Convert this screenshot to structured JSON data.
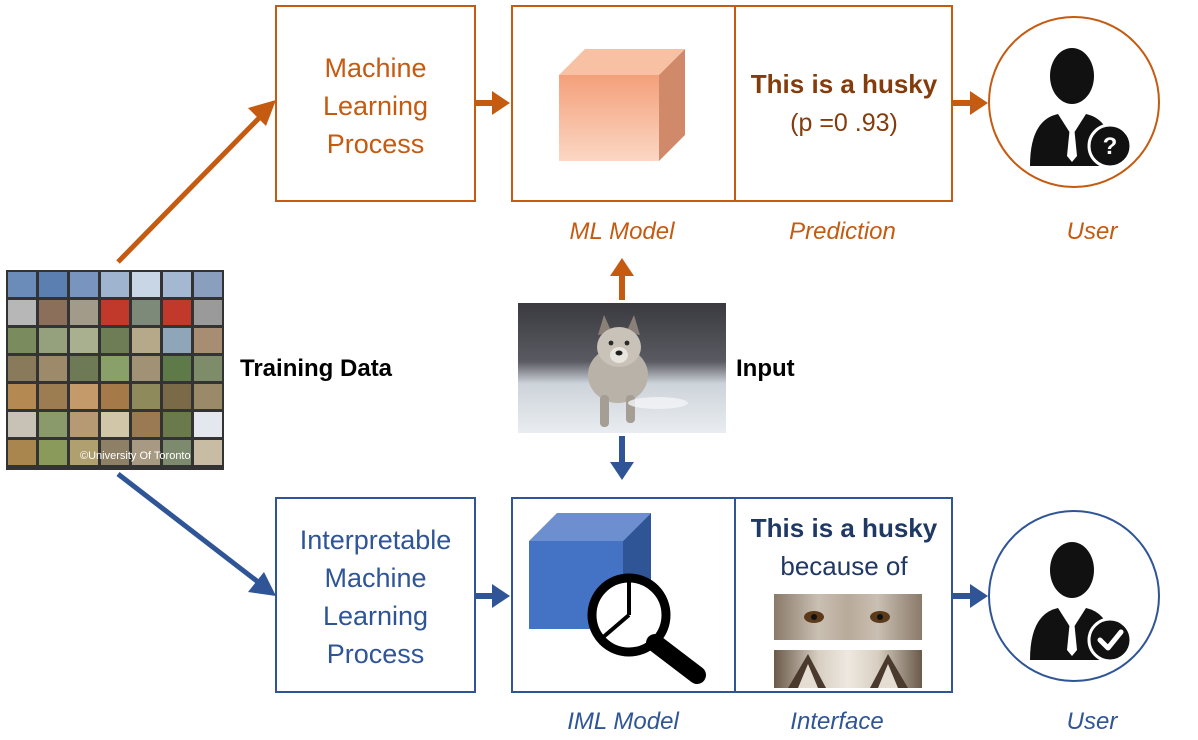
{
  "top": {
    "process": [
      "Machine",
      "Learning",
      "Process"
    ],
    "prediction_title": "This is a husky",
    "prediction_prob": "(p =0 .93)",
    "captions": {
      "model": "ML Model",
      "prediction": "Prediction",
      "user": "User"
    }
  },
  "bottom": {
    "process": [
      "Interpretable",
      "Machine",
      "Learning",
      "Process"
    ],
    "prediction_title": "This is a husky",
    "because": "because of",
    "captions": {
      "model": "IML Model",
      "interface": "Interface",
      "user": "User"
    }
  },
  "middle": {
    "training_label": "Training Data",
    "input_label": "Input",
    "credit": "©University Of Toronto"
  },
  "colors": {
    "orange": "#c55a11",
    "blue": "#2f5597",
    "cube_orange": "#f4b183",
    "cube_blue": "#4472c4"
  },
  "icons": [
    "cube-icon",
    "magnifier-icon",
    "user-question-icon",
    "user-check-icon",
    "wolf-photo",
    "training-grid"
  ]
}
